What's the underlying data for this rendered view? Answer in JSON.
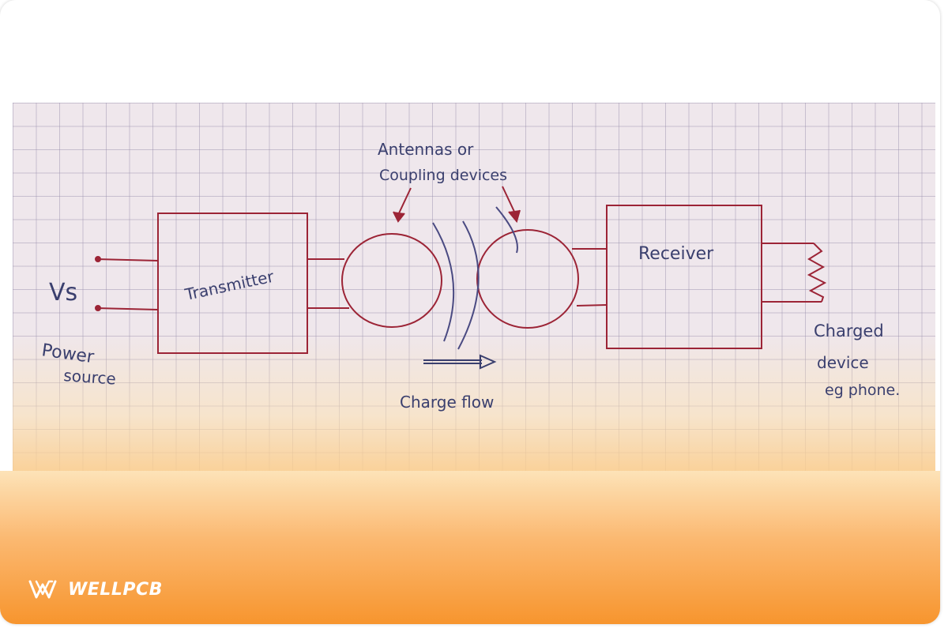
{
  "diagram": {
    "labels": {
      "vs": "Vs",
      "power_source": [
        "Power",
        "source"
      ],
      "transmitter": "Transmitter",
      "antennas": [
        "Antennas or",
        "Coupling devices"
      ],
      "receiver": "Receiver",
      "charge_flow": "Charge flow",
      "charged_device": [
        "Charged",
        "device",
        "eg phone."
      ]
    },
    "colors": {
      "ink_red": "#9c2436",
      "ink_blue": "#3a3f6e",
      "paper": "#efe7ec"
    }
  },
  "watermark": {
    "brand": "WELLPCB",
    "icon": "w-logo-icon"
  }
}
